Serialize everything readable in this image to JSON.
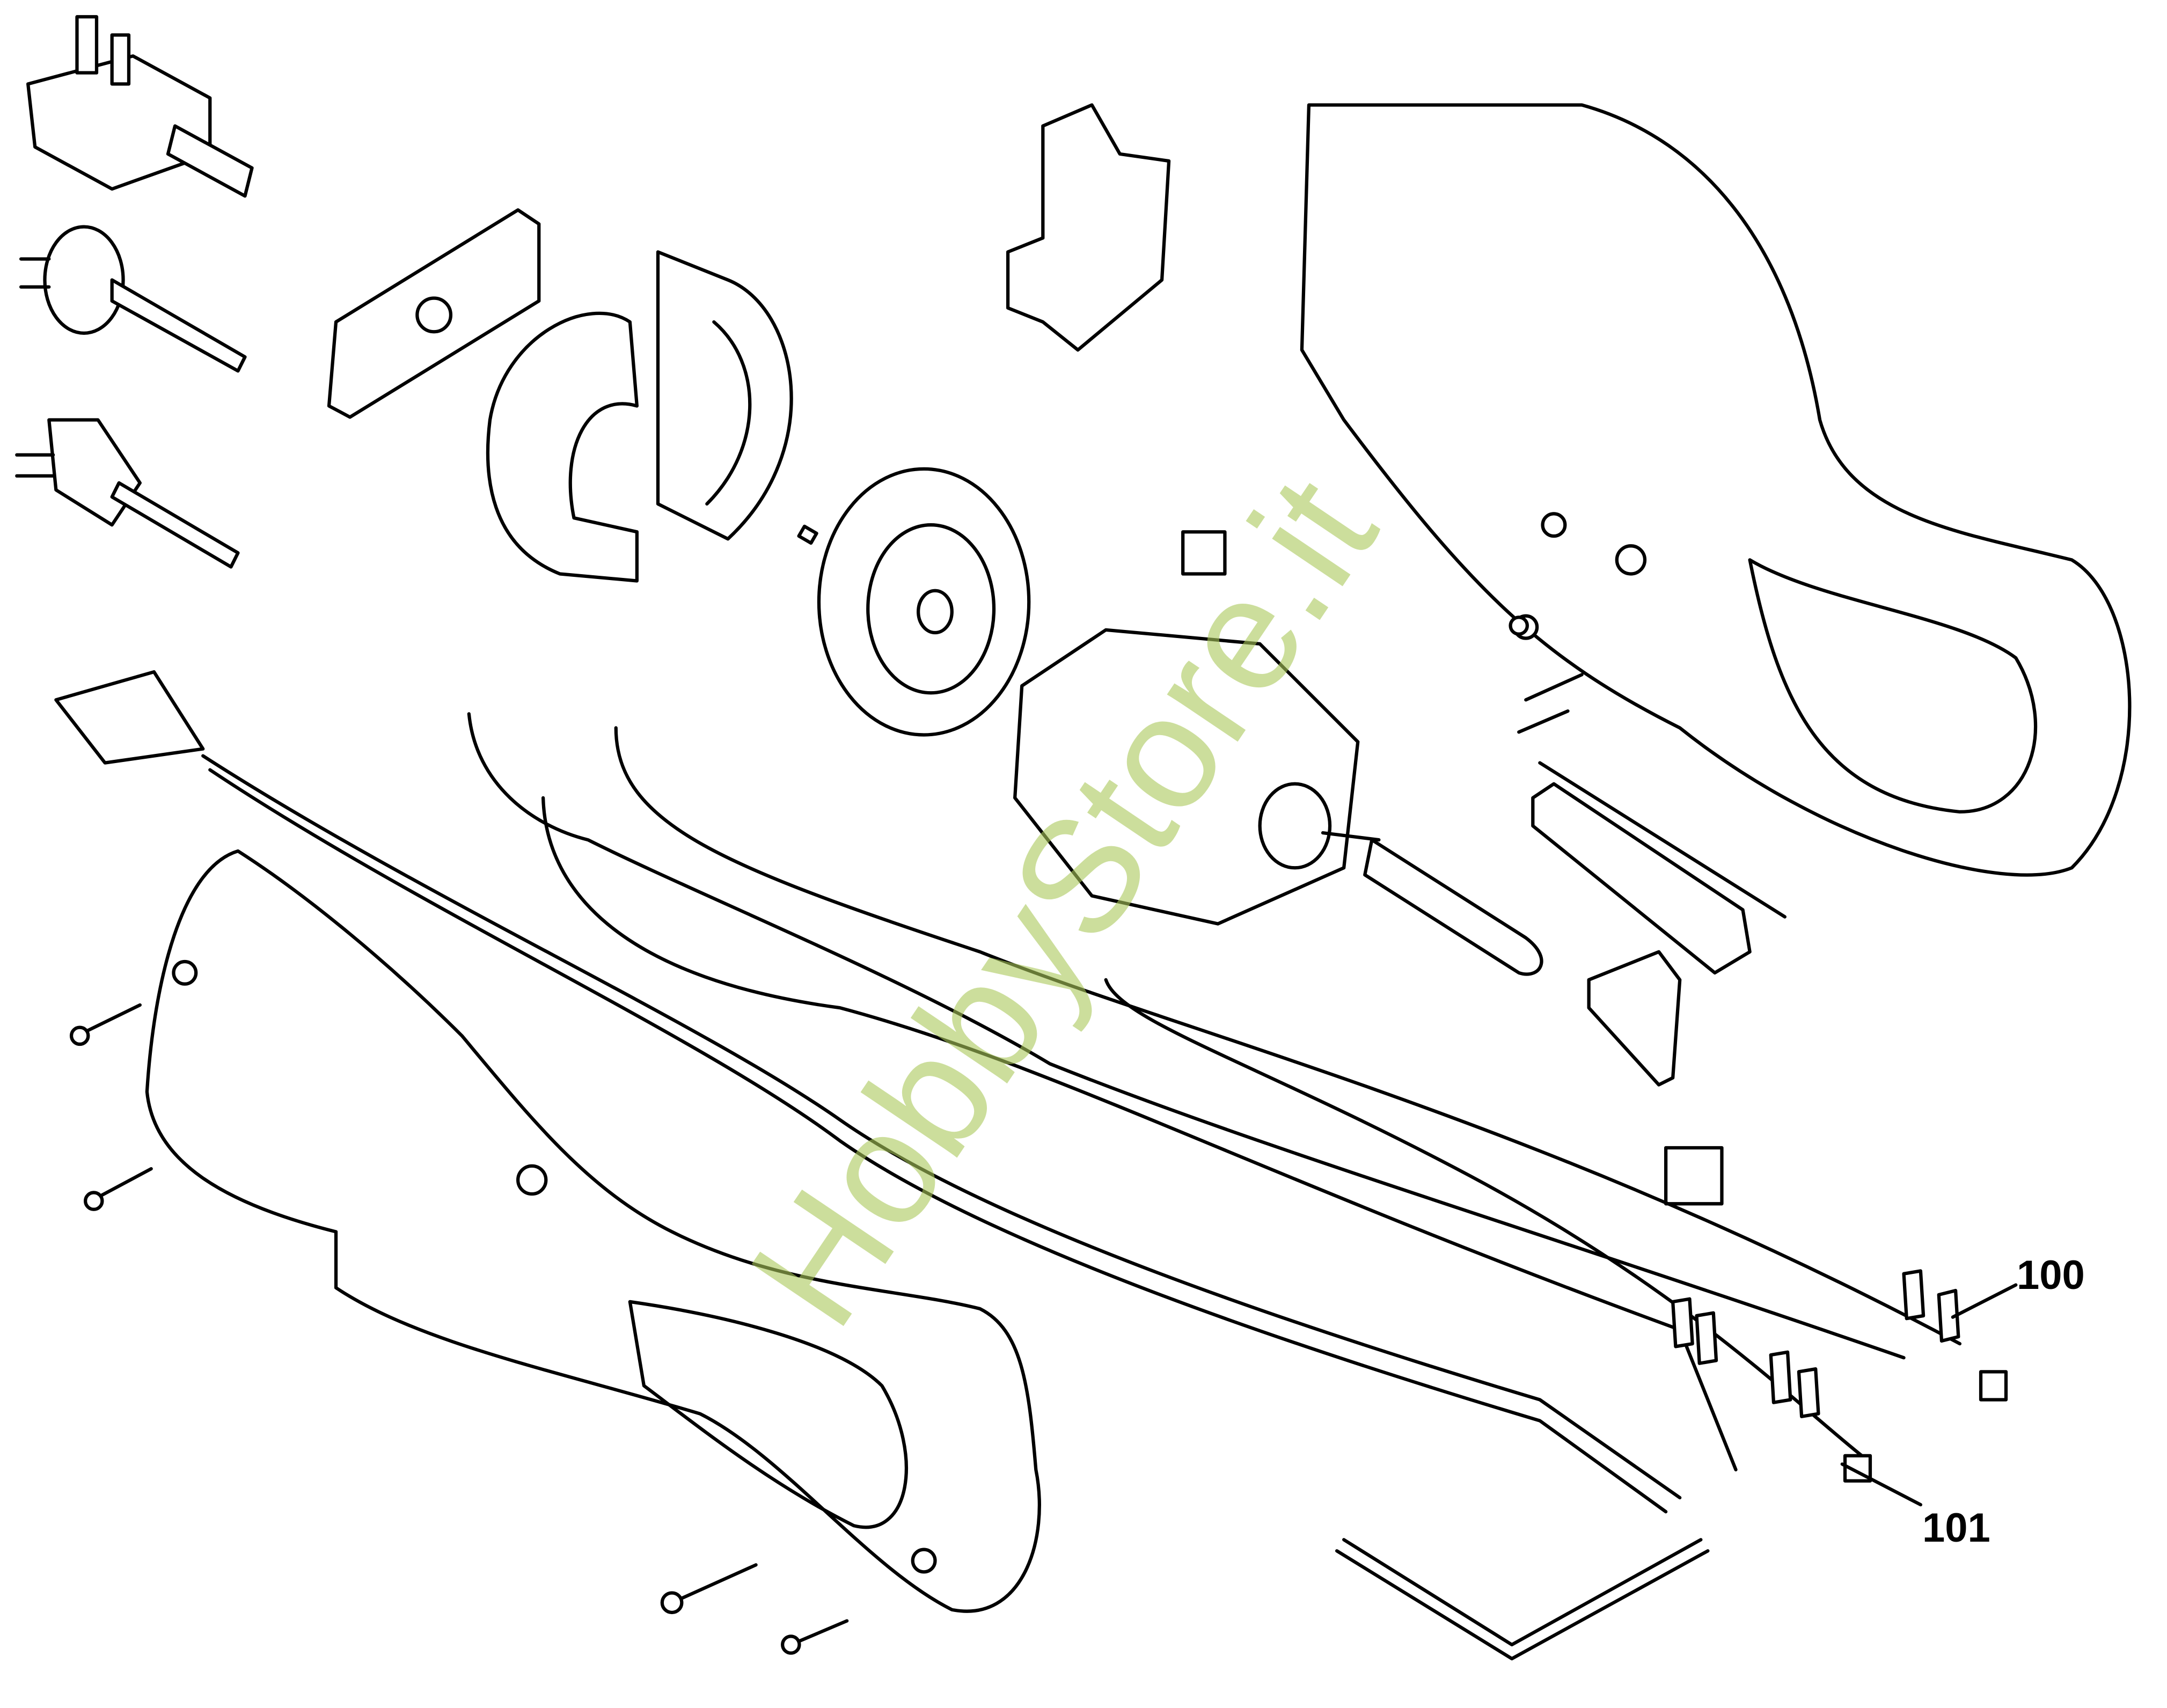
{
  "diagram": {
    "watermark": "HobbyStore.it",
    "callouts": [
      {
        "id": "100",
        "label": "100"
      },
      {
        "id": "101",
        "label": "101"
      }
    ],
    "watermark_color": "#aac85a"
  }
}
